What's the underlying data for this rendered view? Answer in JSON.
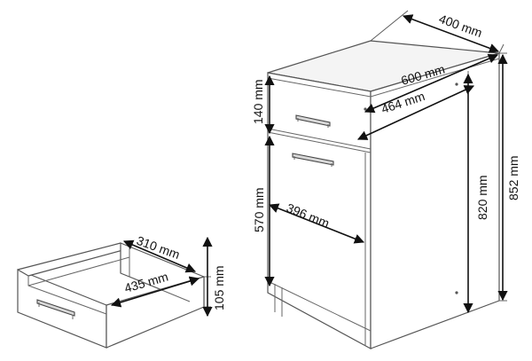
{
  "dimensions": {
    "cabinet_depth": "400 mm",
    "cabinet_width": "600 mm",
    "drawer_front_height": "140 mm",
    "inner_width_top": "464 mm",
    "door_height": "570 mm",
    "door_width": "396 mm",
    "cabinet_height_body": "820 mm",
    "cabinet_height_total": "852 mm",
    "drawer_depth": "310 mm",
    "drawer_width": "435 mm",
    "drawer_height": "105 mm"
  },
  "colors": {
    "line": "#555555",
    "dimension": "#111111",
    "surface": "#ffffff"
  }
}
